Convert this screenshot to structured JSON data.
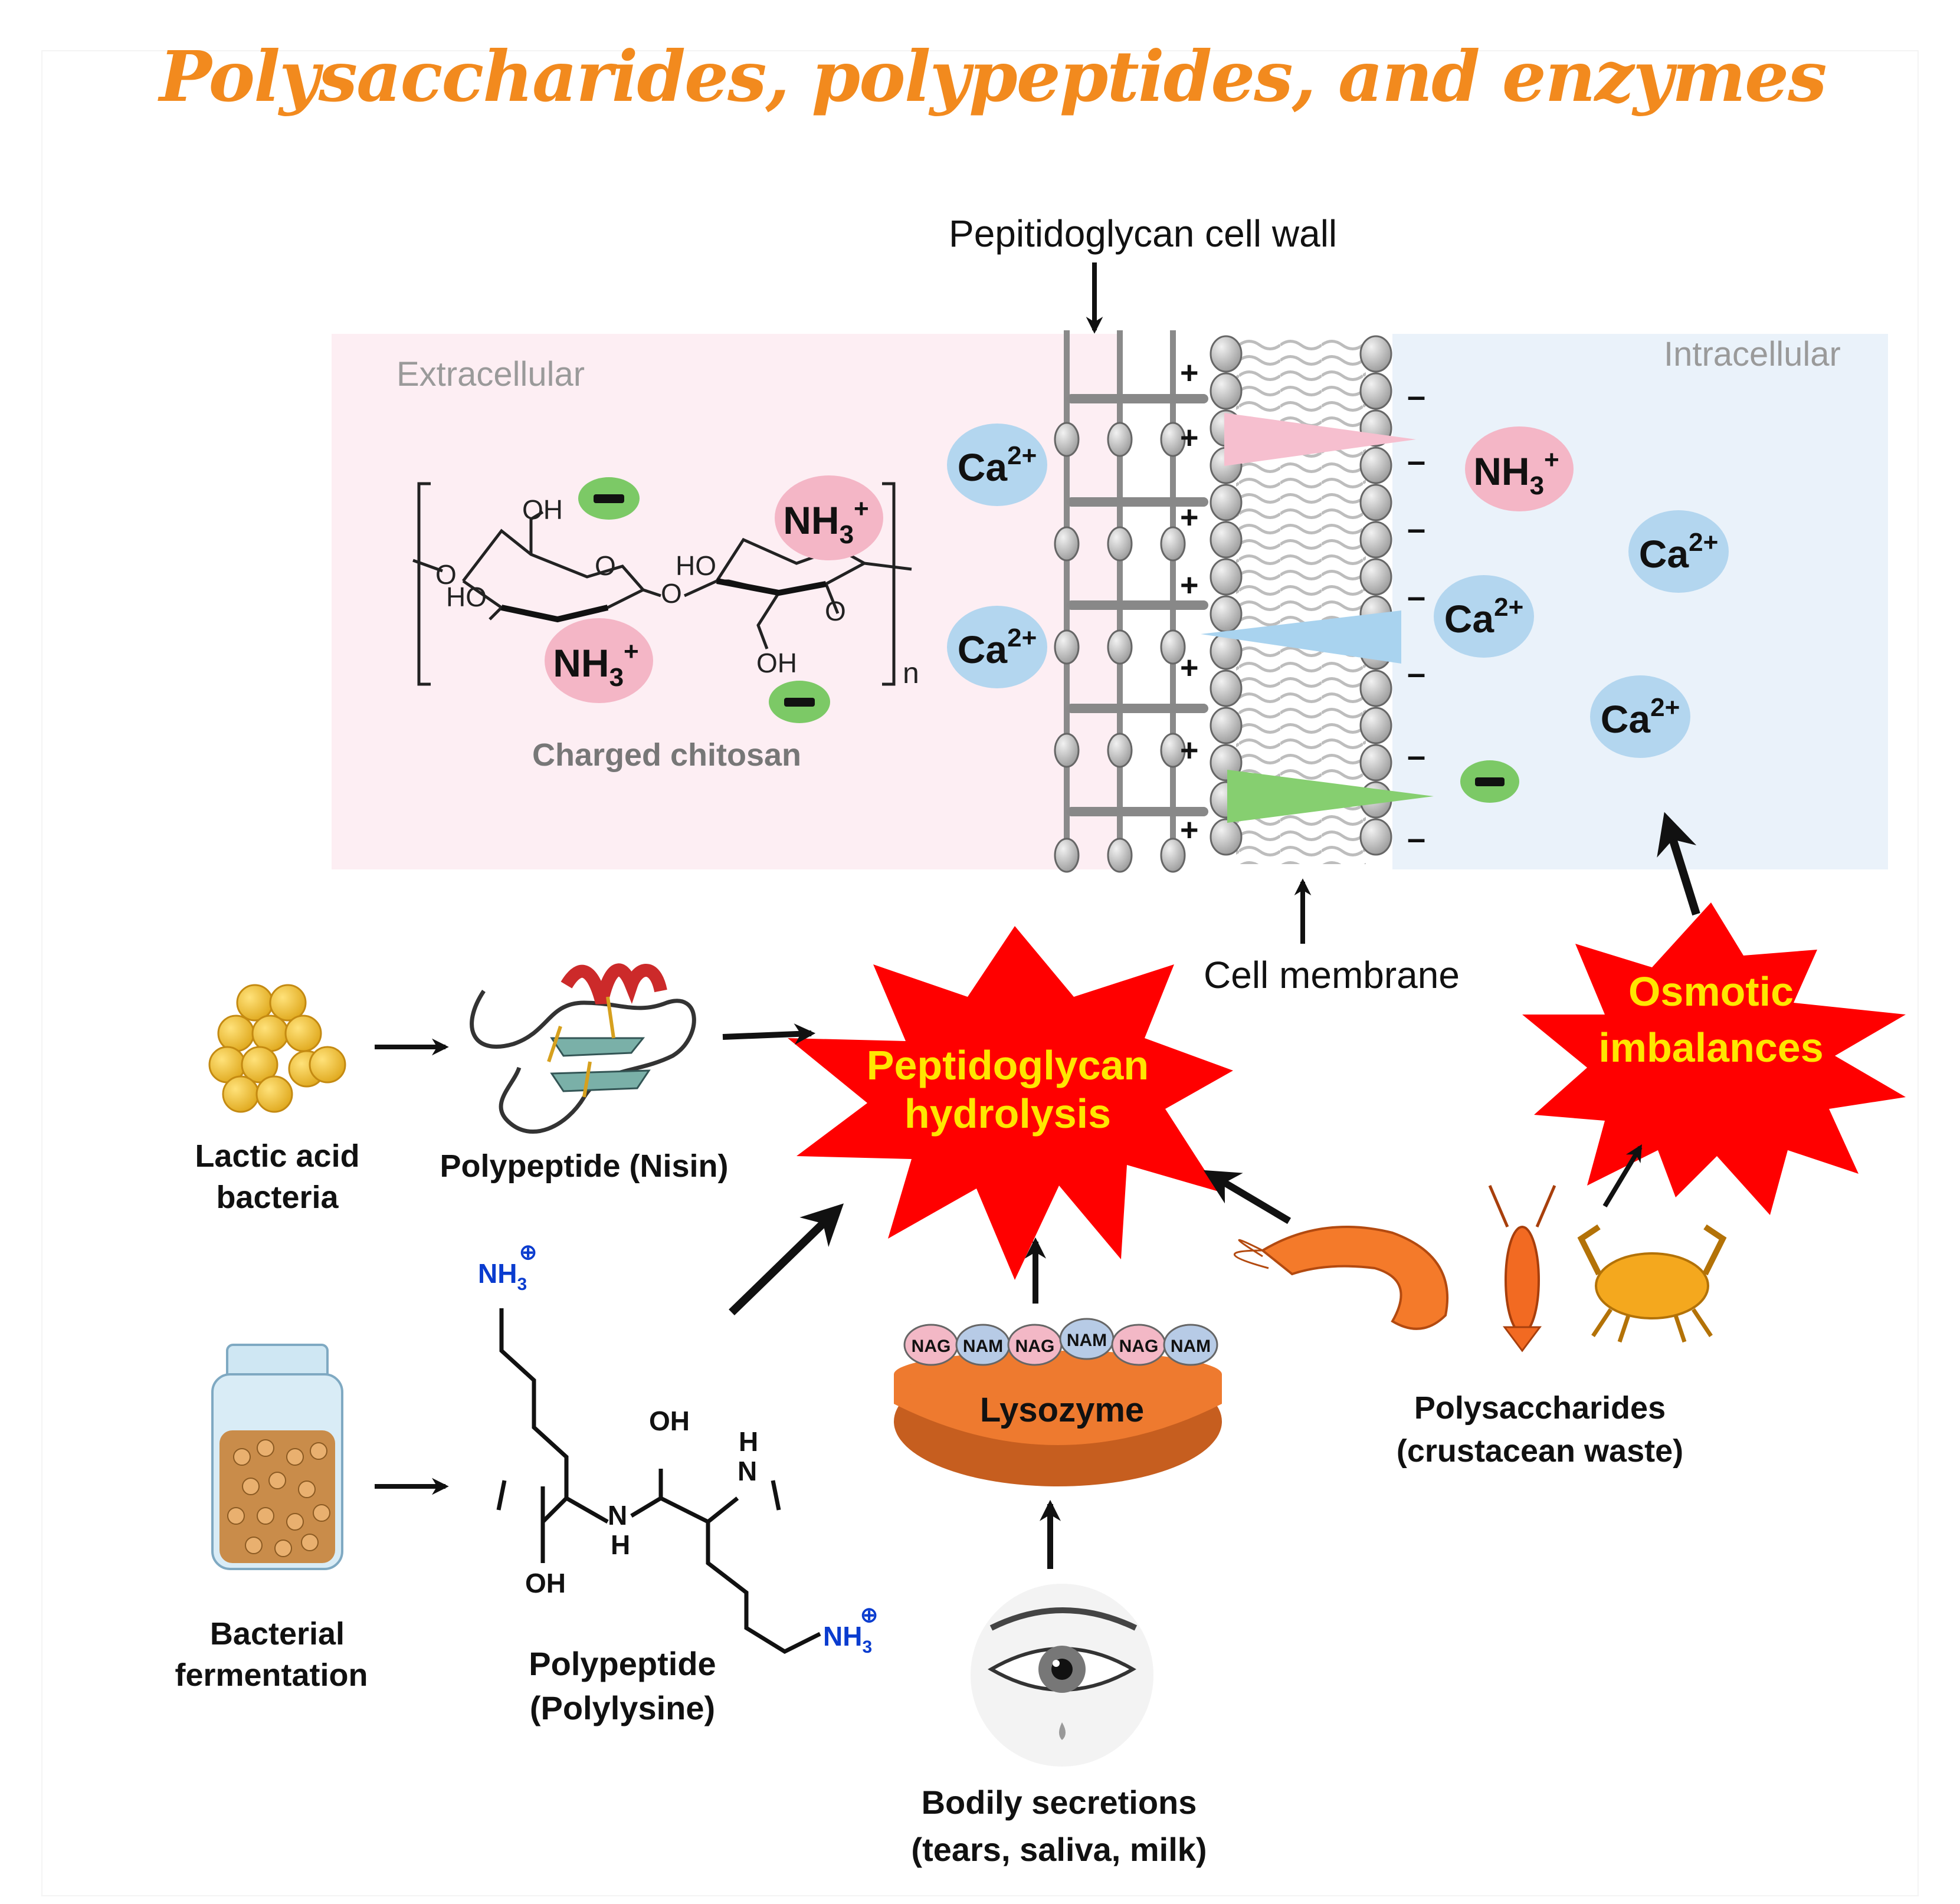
{
  "title": "Polysaccharides, polypeptides, and enzymes",
  "labels": {
    "cell_wall": "Pepitidoglycan cell wall",
    "cell_membrane": "Cell membrane",
    "extracellular": "Extracellular",
    "intracellular": "Intracellular",
    "charged_chitosan": "Charged chitosan",
    "chitosan_n": "n",
    "oh": "OH",
    "ho": "HO",
    "o": "O",
    "lactic_1": "Lactic acid",
    "lactic_2": "bacteria",
    "nisin": "Polypeptide (Nisin)",
    "fermentation_1": "Bacterial",
    "fermentation_2": "fermentation",
    "polylysine_1": "Polypeptide",
    "polylysine_2": "(Polylysine)",
    "polysac_1": "Polysaccharides",
    "polysac_2": "(crustacean waste)",
    "secretions_1": "Bodily secretions",
    "secretions_2": "(tears, saliva, milk)",
    "lysozyme": "Lysozyme",
    "nag": "NAG",
    "nam": "NAM",
    "hydrolysis_1": "Peptidoglycan",
    "hydrolysis_2": "hydrolysis",
    "osmotic_1": "Osmotic",
    "osmotic_2": "imbalances",
    "nh": "N",
    "h": "H",
    "nh3_base": "NH",
    "sub3": "3",
    "sup_plus": "+",
    "ca_base": "Ca",
    "sup_2plus": "2+",
    "plus": "+",
    "minus": "–",
    "circled_plus": "⊕"
  },
  "colors": {
    "title": "#f28a1e",
    "extracellular_bg": "#fdeef3",
    "intracellular_bg": "#eaf2fa",
    "nh3_badge": "#f4b6c6",
    "ca_badge": "#b3d6ef",
    "negative_badge": "#7cc966",
    "burst_red": "#ff0000",
    "burst_text": "#ffe600",
    "lysozyme": "#ee7a2f",
    "nag": "#f3b8c6",
    "nam": "#b7cbe6"
  }
}
